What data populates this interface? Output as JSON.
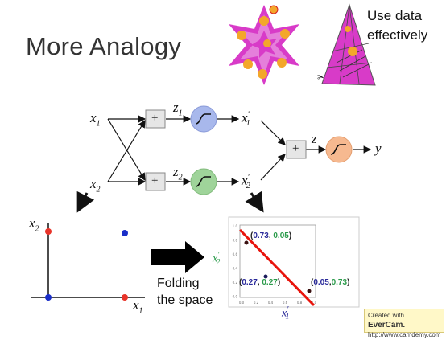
{
  "slide": {
    "title": "More Analogy",
    "corner_text_line1": "Use data",
    "corner_text_line2": "effectively",
    "folding_line1": "Folding",
    "folding_line2": "the space"
  },
  "network": {
    "x1": "x",
    "x1_sub": "1",
    "x2": "x",
    "x2_sub": "2",
    "z1": "z",
    "z1_sub": "1",
    "z2": "z",
    "z2_sub": "2",
    "x1p": "x",
    "x1p_sub": "1",
    "x1p_sup": "′",
    "x2p": "x",
    "x2p_sub": "2",
    "x2p_sup": "′",
    "z": "z",
    "y": "y",
    "plus": "+"
  },
  "left_plot": {
    "xlabel": "x",
    "xlabel_sub": "1",
    "ylabel": "x",
    "ylabel_sub": "2"
  },
  "right_plot": {
    "xlabel": "x",
    "xlabel_sub": "1",
    "xlabel_sup": "′",
    "ylabel": "x",
    "ylabel_sub": "2",
    "ylabel_sup": "′",
    "point_a": {
      "open": "(",
      "v1": "0.73",
      "comma": ", ",
      "v2": "0.05",
      "close": ")"
    },
    "point_b": {
      "open": "(",
      "v1": "0.27",
      "comma": ", ",
      "v2": "0.27",
      "close": ")"
    },
    "point_c": {
      "open": "(",
      "v1": "0.05",
      "comma": ",",
      "v2": "0.73",
      "close": ")"
    },
    "yticks": [
      "1.0",
      "0.8",
      "0.6",
      "0.4",
      "0.2",
      "0.0"
    ],
    "xticks": [
      "0.0",
      "0.2",
      "0.4",
      "0.6",
      "0.8",
      "1.0"
    ]
  },
  "badge": {
    "line1_prefix": "Created with ",
    "line1_brand": "EverCam.",
    "line2": "http://www.camdemy.com"
  },
  "colors": {
    "sigmoid_blue": "#a8b8ec",
    "sigmoid_green": "#9fd49a",
    "sigmoid_orange": "#f6b990",
    "snowflake_magenta": "#d83bc8",
    "dot_red": "#e8342a",
    "dot_blue": "#1a2ec8",
    "line_red": "#e8140c"
  }
}
